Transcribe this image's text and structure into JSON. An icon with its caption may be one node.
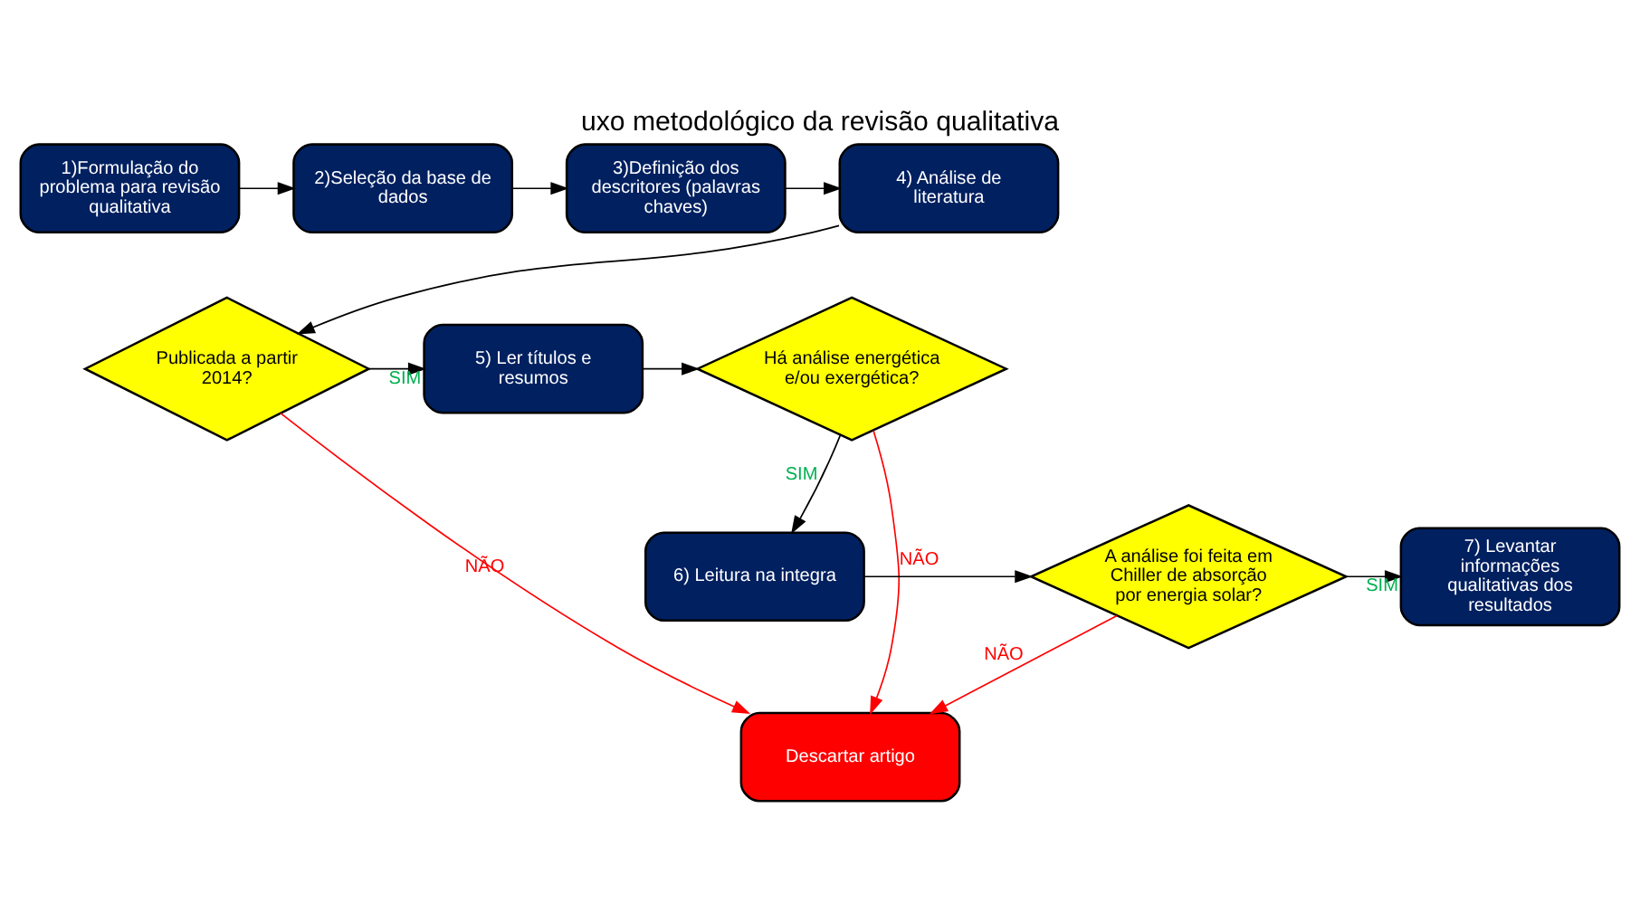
{
  "diagram": {
    "title": "uxo metodológico da revisão qualitativa",
    "nodes": [
      {
        "text": [
          "1)Formulação do problema para revisão qualitativa"
        ]
      },
      {
        "text": [
          "2)Seleção da base de dados"
        ]
      },
      {
        "text": [
          "3)Definição dos descritores (palavras chaves)"
        ]
      },
      {
        "text": [
          "4) Análise de literatura"
        ]
      },
      {
        "text": [
          "Publicada a partir 2014?"
        ]
      },
      {
        "text": [
          "5) Ler títulos e resumos"
        ]
      },
      {
        "text": [
          "Há análise energética e/ou exergética?"
        ]
      },
      {
        "text": [
          "6) Leitura na integra"
        ]
      },
      {
        "text": [
          "A análise foi feita em Chiller de absorção por energia solar?"
        ]
      },
      {
        "text": [
          "7) Levantar informações qualitativas dos resultados"
        ]
      },
      {
        "text": [
          "Descartar artigo"
        ]
      }
    ],
    "edges": [
      {
        "from": 0,
        "to": 1,
        "arrow": "to"
      },
      {
        "from": 1,
        "to": 2,
        "arrow": "to"
      },
      {
        "from": 2,
        "to": 3,
        "arrow": "to"
      },
      {
        "from": 3,
        "to": 4,
        "arrow": "to"
      },
      {
        "from": 4,
        "to": 5,
        "arrow": "to",
        "label": "SIM"
      },
      {
        "from": 5,
        "to": 6,
        "arrow": "to"
      },
      {
        "from": 6,
        "to": 7,
        "arrow": "to",
        "label": "SIM"
      },
      {
        "from": 7,
        "to": 8,
        "arrow": "to"
      },
      {
        "from": 8,
        "to": 9,
        "arrow": "to",
        "label": "SIM"
      },
      {
        "from": 4,
        "to": 10,
        "arrow": "to",
        "label": "NÃO",
        "color": "#ff0000"
      },
      {
        "from": 6,
        "to": 10,
        "arrow": "to",
        "label": "NÃO",
        "color": "#ff0000"
      },
      {
        "from": 8,
        "to": 10,
        "arrow": "to",
        "label": "NÃO",
        "color": "#ff0000"
      }
    ]
  }
}
